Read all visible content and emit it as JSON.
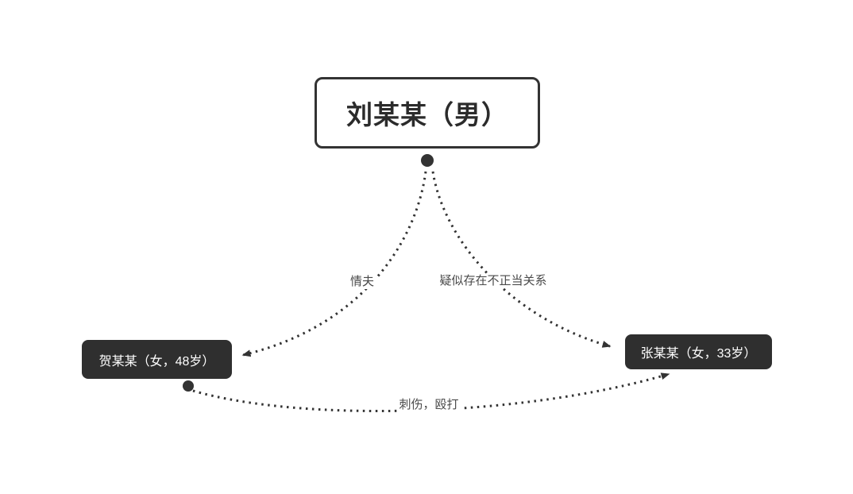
{
  "diagram": {
    "nodes": {
      "liu": {
        "label": "刘某某（男）"
      },
      "he": {
        "label": "贺某某（女，48岁）"
      },
      "zhang": {
        "label": "张某某（女，33岁）"
      }
    },
    "edges": {
      "liu_to_he": {
        "label": "情夫",
        "from": "刘某某（男）",
        "to": "贺某某（女，48岁）"
      },
      "liu_to_zhang": {
        "label": "疑似存在不正当关系",
        "from": "刘某某（男）",
        "to": "张某某（女，33岁）"
      },
      "he_to_zhang": {
        "label": "刺伤，殴打",
        "from": "贺某某（女，48岁）",
        "to": "张某某（女，33岁）"
      }
    },
    "colors": {
      "node_fill_dark": "#2f2f2f",
      "node_border_dark": "#333333",
      "node_text_light": "#ffffff",
      "line": "#333333",
      "background": "#ffffff"
    }
  }
}
